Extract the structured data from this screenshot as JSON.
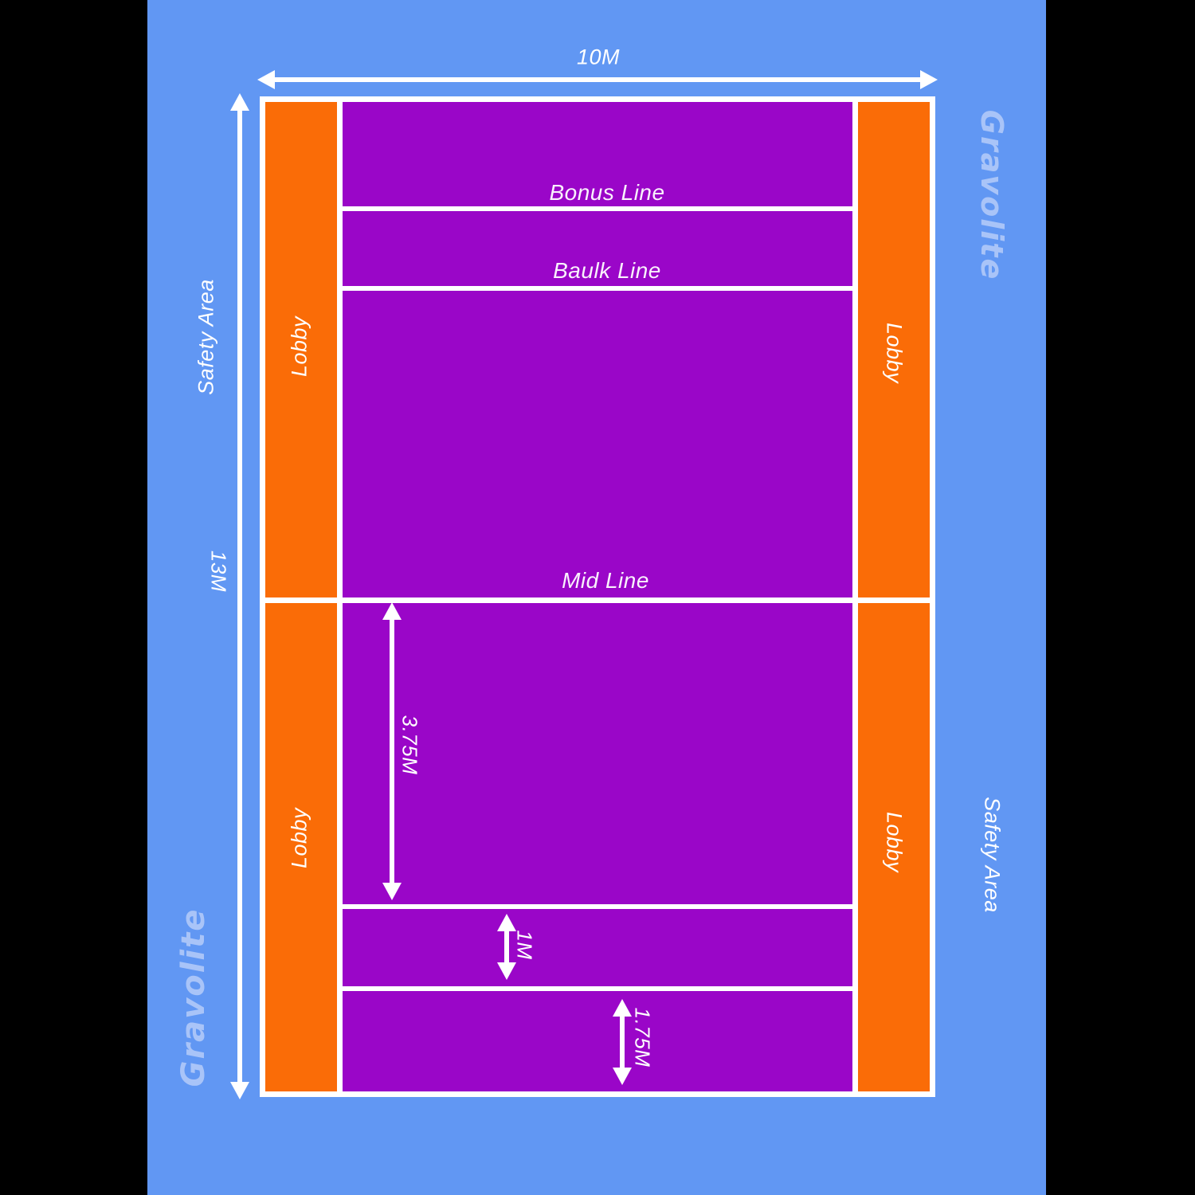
{
  "brand": {
    "name": "Gravolite"
  },
  "court": {
    "width_label": "10M",
    "height_label": "13M",
    "safety_area_label": "Safety Area",
    "lobby_label": "Lobby",
    "lines": {
      "bonus": "Bonus Line",
      "baulk": "Baulk Line",
      "mid": "Mid Line"
    },
    "measurements": {
      "mid_to_baulk": "3.75M",
      "baulk_to_bonus": "1M",
      "bonus_to_end": "1.75M"
    }
  },
  "colors": {
    "background": "#000000",
    "safety_area": "#6197f3",
    "court_field": "#9a06c8",
    "lobby": "#fa6c07",
    "line": "#ffffff",
    "label_text": "#ffffff",
    "brand_text": "#a9c4f8"
  }
}
